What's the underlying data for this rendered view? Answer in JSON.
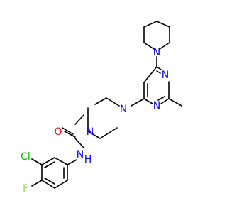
{
  "molecule": {
    "atoms": {
      "n_piperidine": {
        "label": "N",
        "color": "#0000ff"
      },
      "n_pyr_3": {
        "label": "N",
        "color": "#0000ff"
      },
      "n_pyr_1": {
        "label": "N",
        "color": "#0000ff"
      },
      "n_piperazine_4": {
        "label": "N",
        "color": "#0000ff"
      },
      "n_piperazine_1": {
        "label": "N",
        "color": "#0000ff"
      },
      "o_carbonyl": {
        "label": "O",
        "color": "#ff0000"
      },
      "nh_amide": {
        "label": "N",
        "h_label": "H",
        "color": "#0000ff"
      },
      "cl": {
        "label": "Cl",
        "color": "#00c000"
      },
      "f": {
        "label": "F",
        "color": "#90e050"
      }
    },
    "bond_color": "#000000"
  }
}
